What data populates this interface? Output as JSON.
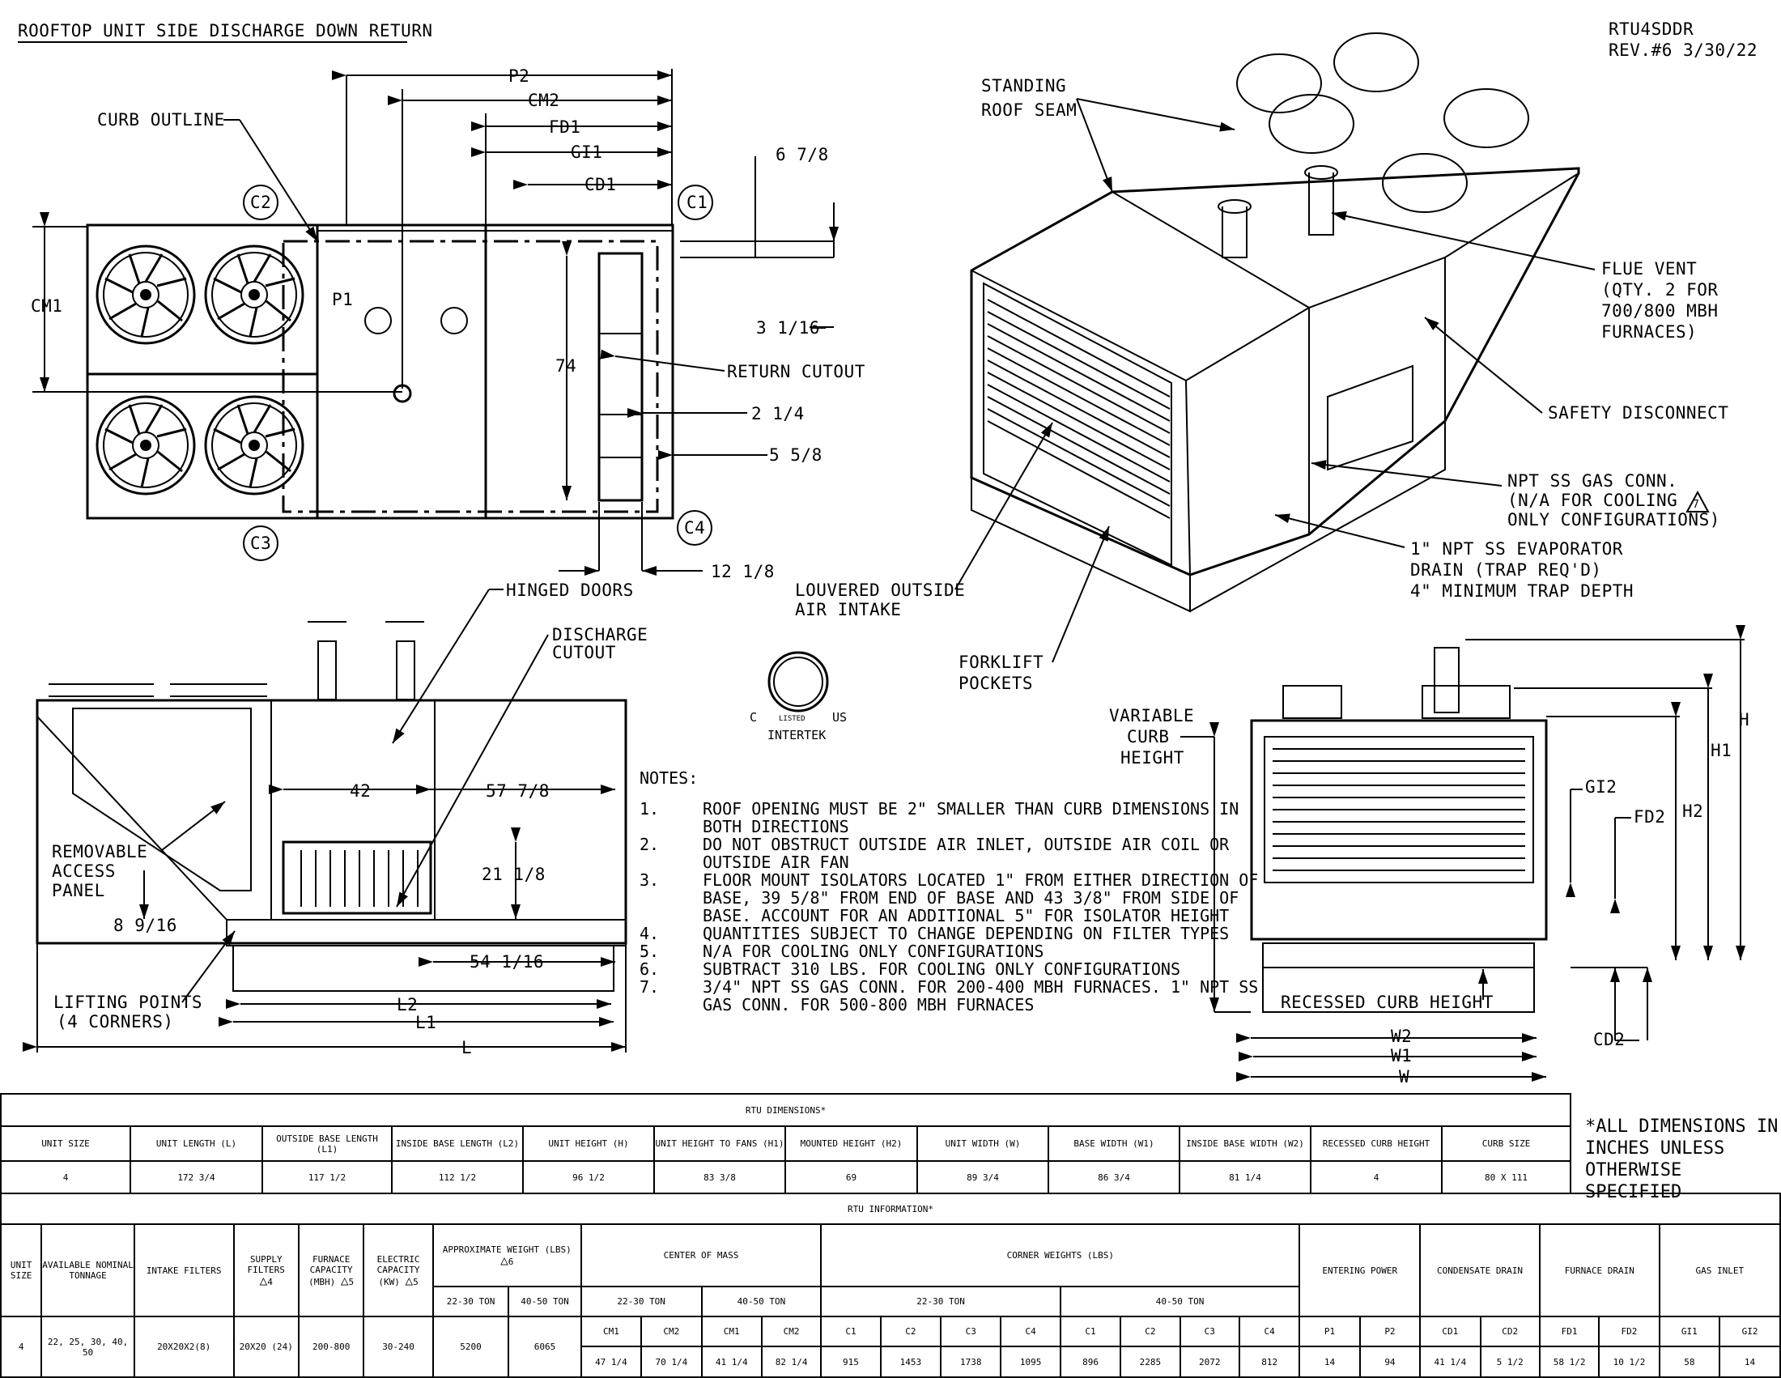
{
  "header": {
    "title": "ROOFTOP UNIT SIDE DISCHARGE DOWN RETURN",
    "doc_id": "RTU4SDDR",
    "revision": "REV.#6 3/30/22"
  },
  "plan_view": {
    "labels": {
      "curb_outline": "CURB OUTLINE",
      "p2": "P2",
      "cm2": "CM2",
      "fd1": "FD1",
      "gi1": "GI1",
      "cd1": "CD1",
      "c1": "C1",
      "c2": "C2",
      "c3": "C3",
      "c4": "C4",
      "cm1": "CM1",
      "p1": "P1",
      "dim_6_7_8": "6 7/8",
      "dim_3_1_16": "3 1/16",
      "dim_74": "74",
      "return_cutout": "RETURN CUTOUT",
      "dim_2_1_4": "2 1/4",
      "dim_5_5_8": "5 5/8",
      "dim_12_1_8": "12 1/8",
      "hinged_doors": "HINGED DOORS"
    }
  },
  "iso_view": {
    "labels": {
      "standing_roof_seam_1": "STANDING",
      "standing_roof_seam_2": "ROOF SEAM",
      "flue_vent_1": "FLUE VENT",
      "flue_vent_2": "(QTY. 2 FOR",
      "flue_vent_3": "700/800 MBH",
      "flue_vent_4": "FURNACES)",
      "safety_disconnect": "SAFETY DISCONNECT",
      "gas_conn_1": "NPT SS GAS CONN.",
      "gas_conn_2": "(N/A FOR COOLING",
      "gas_conn_3": "ONLY CONFIGURATIONS)",
      "gas_conn_tri": "7",
      "drain_1": "1\" NPT SS EVAPORATOR",
      "drain_2": "DRAIN (TRAP REQ'D)",
      "drain_3": "4\" MINIMUM TRAP DEPTH",
      "louvered_1": "LOUVERED OUTSIDE",
      "louvered_2": "AIR INTAKE",
      "forklift_1": "FORKLIFT",
      "forklift_2": "POCKETS"
    }
  },
  "side_view": {
    "labels": {
      "discharge_1": "DISCHARGE",
      "discharge_2": "CUTOUT",
      "dim_42": "42",
      "dim_57_7_8": "57 7/8",
      "dim_21_1_8": "21 1/8",
      "dim_8_9_16": "8 9/16",
      "dim_54_1_16": "54 1/16",
      "removable_1": "REMOVABLE",
      "removable_2": "ACCESS",
      "removable_3": "PANEL",
      "lifting_1": "LIFTING POINTS",
      "lifting_2": "(4 CORNERS)",
      "l2": "L2",
      "l1": "L1",
      "l": "L"
    }
  },
  "cert": {
    "c": "C",
    "us": "US",
    "listed": "LISTED",
    "brand": "INTERTEK"
  },
  "end_view": {
    "labels": {
      "variable_1": "VARIABLE",
      "variable_2": "CURB",
      "variable_3": "HEIGHT",
      "h": "H",
      "h1": "H1",
      "h2": "H2",
      "gi2": "GI2",
      "fd2": "FD2",
      "recessed": "RECESSED CURB HEIGHT",
      "w2": "W2",
      "w1": "W1",
      "w": "W",
      "cd2": "CD2"
    }
  },
  "notes": {
    "heading": "NOTES:",
    "items": [
      {
        "num": "1.",
        "text": "ROOF OPENING MUST BE 2\" SMALLER THAN CURB DIMENSIONS IN BOTH DIRECTIONS"
      },
      {
        "num": "2.",
        "text": "DO NOT OBSTRUCT OUTSIDE AIR INLET, OUTSIDE AIR COIL OR OUTSIDE AIR FAN"
      },
      {
        "num": "3.",
        "text": "FLOOR MOUNT ISOLATORS LOCATED 1\" FROM EITHER DIRECTION OF BASE, 39 5/8\" FROM END OF BASE AND 43 3/8\" FROM SIDE OF BASE. ACCOUNT FOR AN ADDITIONAL 5\" FOR ISOLATOR HEIGHT"
      },
      {
        "num": "4.",
        "text": "QUANTITIES SUBJECT TO CHANGE DEPENDING ON FILTER TYPES"
      },
      {
        "num": "5.",
        "text": "N/A FOR COOLING ONLY CONFIGURATIONS"
      },
      {
        "num": "6.",
        "text": "SUBTRACT 310 LBS. FOR COOLING ONLY CONFIGURATIONS"
      },
      {
        "num": "7.",
        "text": "3/4\" NPT SS GAS CONN. FOR 200-400 MBH FURNACES. 1\" NPT SS GAS CONN. FOR 500-800 MBH FURNACES"
      }
    ]
  },
  "dimensions_table": {
    "title": "RTU DIMENSIONS*",
    "headers": [
      "UNIT SIZE",
      "UNIT LENGTH (L)",
      "OUTSIDE BASE LENGTH (L1)",
      "INSIDE BASE LENGTH (L2)",
      "UNIT HEIGHT (H)",
      "UNIT HEIGHT TO FANS (H1)",
      "MOUNTED HEIGHT (H2)",
      "UNIT WIDTH (W)",
      "BASE WIDTH (W1)",
      "INSIDE BASE WIDTH (W2)",
      "RECESSED CURB HEIGHT",
      "CURB SIZE"
    ],
    "row": [
      "4",
      "172 3/4",
      "117 1/2",
      "112 1/2",
      "96 1/2",
      "83 3/8",
      "69",
      "89 3/4",
      "86 3/4",
      "81 1/4",
      "4",
      "80 X 111"
    ],
    "footnote_1": "*ALL DIMENSIONS IN",
    "footnote_2": "INCHES UNLESS",
    "footnote_3": "OTHERWISE SPECIFIED"
  },
  "info_table": {
    "title": "RTU INFORMATION*",
    "h": {
      "unit_size": "UNIT SIZE",
      "tonnage": "AVAILABLE NOMINAL TONNAGE",
      "filters": "INTAKE FILTERS",
      "supply": "SUPPLY FILTERS",
      "supply_tri": "4",
      "furnace": "FURNACE CAPACITY (MBH)",
      "furnace_tri": "5",
      "electric": "ELECTRIC CAPACITY (KW)",
      "electric_tri": "5",
      "weight": "APPROXIMATE WEIGHT (LBS)",
      "weight_tri": "6",
      "com": "CENTER OF MASS",
      "corner": "CORNER WEIGHTS (LBS)",
      "power": "ENTERING POWER",
      "condensate": "CONDENSATE DRAIN",
      "furnace_drain": "FURNACE DRAIN",
      "gas_inlet": "GAS INLET",
      "t22": "22-30 TON",
      "t40": "40-50 TON",
      "sub": [
        "CM1",
        "CM2",
        "CM1",
        "CM2",
        "C1",
        "C2",
        "C3",
        "C4",
        "C1",
        "C2",
        "C3",
        "C4",
        "P1",
        "P2",
        "CD1",
        "CD2",
        "FD1",
        "FD2",
        "GI1",
        "GI2"
      ]
    },
    "row": {
      "unit_size": "4",
      "tonnage": "22, 25, 30, 40, 50",
      "filters": "20X20X2(8)",
      "supply": "20X20 (24)",
      "furnace": "200-800",
      "electric": "30-240",
      "w22": "5200",
      "w40": "6065",
      "values": [
        "47 1/4",
        "70 1/4",
        "41 1/4",
        "82 1/4",
        "915",
        "1453",
        "1738",
        "1095",
        "896",
        "2285",
        "2072",
        "812",
        "14",
        "94",
        "41 1/4",
        "5 1/2",
        "58 1/2",
        "10 1/2",
        "58",
        "14"
      ]
    }
  }
}
